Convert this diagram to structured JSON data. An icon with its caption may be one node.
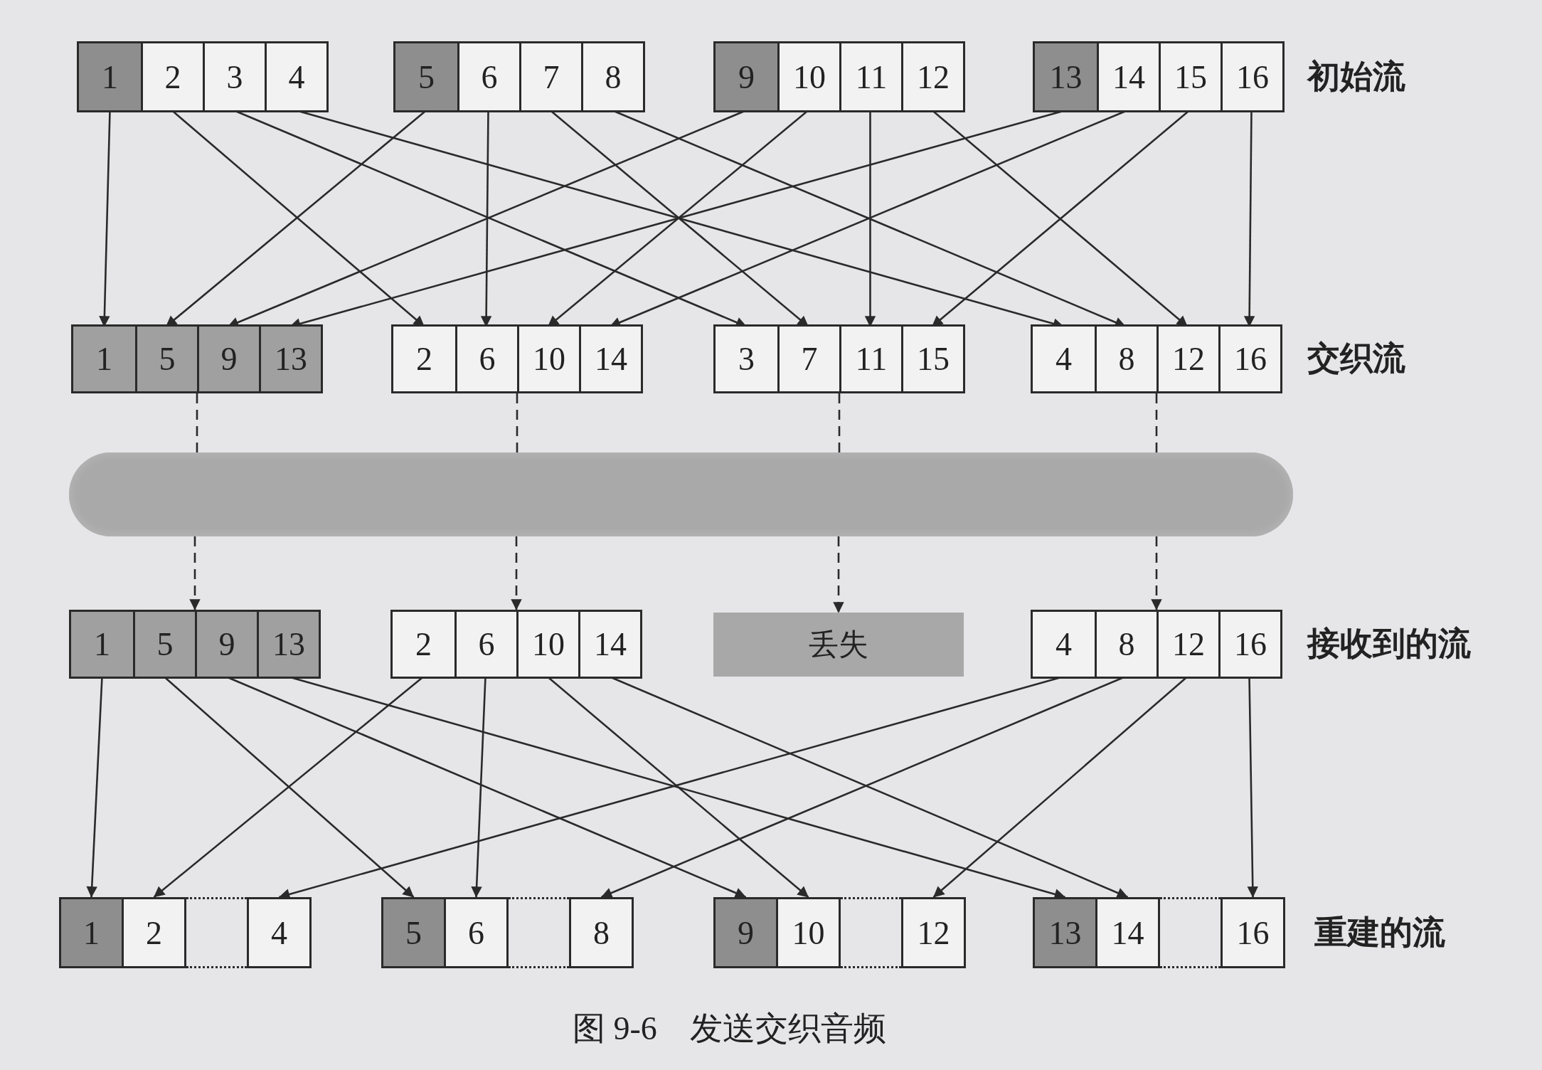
{
  "diagram": {
    "caption": "图 9-6　发送交织音频",
    "nodes": [
      {
        "text": [],
        "shape": "box"
      },
      {
        "text": [
          "1"
        ],
        "in": 0
      },
      {
        "text": [
          "2"
        ],
        "in": 0
      },
      {
        "text": [
          "3"
        ],
        "in": 0
      },
      {
        "text": [
          "4"
        ],
        "in": 0
      },
      {
        "text": [],
        "shape": "box"
      },
      {
        "text": [
          "5"
        ],
        "in": 5
      },
      {
        "text": [
          "6"
        ],
        "in": 5
      },
      {
        "text": [
          "7"
        ],
        "in": 5
      },
      {
        "text": [
          "8"
        ],
        "in": 5
      },
      {
        "text": [],
        "shape": "box"
      },
      {
        "text": [
          "9"
        ],
        "in": 10
      },
      {
        "text": [
          "10"
        ],
        "in": 10
      },
      {
        "text": [
          "11"
        ],
        "in": 10
      },
      {
        "text": [
          "12"
        ],
        "in": 10
      },
      {
        "text": [],
        "shape": "box"
      },
      {
        "text": [
          "13"
        ],
        "in": 15
      },
      {
        "text": [
          "14"
        ],
        "in": 15
      },
      {
        "text": [
          "15"
        ],
        "in": 15
      },
      {
        "text": [
          "16"
        ],
        "in": 15
      },
      {
        "text": [],
        "shape": "box"
      },
      {
        "text": [
          "1"
        ],
        "in": 20
      },
      {
        "text": [
          "5"
        ],
        "in": 20
      },
      {
        "text": [
          "9"
        ],
        "in": 20
      },
      {
        "text": [
          "13"
        ],
        "in": 20
      },
      {
        "text": [],
        "shape": "box"
      },
      {
        "text": [
          "2"
        ],
        "in": 25
      },
      {
        "text": [
          "6"
        ],
        "in": 25
      },
      {
        "text": [
          "10"
        ],
        "in": 25
      },
      {
        "text": [
          "14"
        ],
        "in": 25
      },
      {
        "text": [],
        "shape": "box"
      },
      {
        "text": [
          "3"
        ],
        "in": 30
      },
      {
        "text": [
          "7"
        ],
        "in": 30
      },
      {
        "text": [
          "11"
        ],
        "in": 30
      },
      {
        "text": [
          "15"
        ],
        "in": 30
      },
      {
        "text": [],
        "shape": "box"
      },
      {
        "text": [
          "4"
        ],
        "in": 35
      },
      {
        "text": [
          "8"
        ],
        "in": 35
      },
      {
        "text": [
          "12"
        ],
        "in": 35
      },
      {
        "text": [
          "16"
        ],
        "in": 35
      },
      {
        "text": [],
        "shape": "box"
      },
      {
        "text": [
          "1"
        ],
        "in": 40
      },
      {
        "text": [
          "5"
        ],
        "in": 40
      },
      {
        "text": [
          "9"
        ],
        "in": 40
      },
      {
        "text": [
          "13"
        ],
        "in": 40
      },
      {
        "text": [],
        "shape": "box"
      },
      {
        "text": [
          "2"
        ],
        "in": 45
      },
      {
        "text": [
          "6"
        ],
        "in": 45
      },
      {
        "text": [
          "10"
        ],
        "in": 45
      },
      {
        "text": [
          "14"
        ],
        "in": 45
      },
      {
        "text": [
          "丢失"
        ]
      },
      {
        "text": [],
        "shape": "box"
      },
      {
        "text": [
          "4"
        ],
        "in": 51
      },
      {
        "text": [
          "8"
        ],
        "in": 51
      },
      {
        "text": [
          "12"
        ],
        "in": 51
      },
      {
        "text": [
          "16"
        ],
        "in": 51
      },
      {
        "text": [
          "1"
        ]
      },
      {
        "text": [
          "2"
        ]
      },
      {
        "text": [],
        "shape": "box"
      },
      {
        "text": [
          "4"
        ]
      },
      {
        "text": [
          "5"
        ]
      },
      {
        "text": [
          "6"
        ]
      },
      {
        "text": [],
        "shape": "box"
      },
      {
        "text": [
          "8"
        ]
      },
      {
        "text": [
          "9"
        ]
      },
      {
        "text": [
          "10"
        ]
      },
      {
        "text": [],
        "shape": "box"
      },
      {
        "text": [
          "12"
        ]
      },
      {
        "text": [
          "13"
        ]
      },
      {
        "text": [
          "14"
        ]
      },
      {
        "text": [],
        "shape": "box"
      },
      {
        "text": [
          "16"
        ]
      },
      {
        "text": [],
        "shape": "bar"
      }
    ],
    "edges": [
      {
        "from": 1,
        "to": 21,
        "arrow": "to"
      },
      {
        "from": 2,
        "to": 26,
        "arrow": "to"
      },
      {
        "from": 3,
        "to": 31,
        "arrow": "to"
      },
      {
        "from": 4,
        "to": 36,
        "arrow": "to"
      },
      {
        "from": 6,
        "to": 22,
        "arrow": "to"
      },
      {
        "from": 7,
        "to": 27,
        "arrow": "to"
      },
      {
        "from": 8,
        "to": 32,
        "arrow": "to"
      },
      {
        "from": 9,
        "to": 37,
        "arrow": "to"
      },
      {
        "from": 11,
        "to": 23,
        "arrow": "to"
      },
      {
        "from": 12,
        "to": 28,
        "arrow": "to"
      },
      {
        "from": 13,
        "to": 33,
        "arrow": "to"
      },
      {
        "from": 14,
        "to": 38,
        "arrow": "to"
      },
      {
        "from": 16,
        "to": 24,
        "arrow": "to"
      },
      {
        "from": 17,
        "to": 29,
        "arrow": "to"
      },
      {
        "from": 18,
        "to": 34,
        "arrow": "to"
      },
      {
        "from": 19,
        "to": 39,
        "arrow": "to"
      },
      {
        "from": 20,
        "to": 72,
        "arrow": "none",
        "style": "dashed"
      },
      {
        "from": 25,
        "to": 72,
        "arrow": "none",
        "style": "dashed"
      },
      {
        "from": 30,
        "to": 72,
        "arrow": "none",
        "style": "dashed"
      },
      {
        "from": 35,
        "to": 72,
        "arrow": "none",
        "style": "dashed"
      },
      {
        "from": 72,
        "to": 40,
        "arrow": "to",
        "style": "dashed"
      },
      {
        "from": 72,
        "to": 45,
        "arrow": "to",
        "style": "dashed"
      },
      {
        "from": 72,
        "to": 50,
        "arrow": "to",
        "style": "dashed"
      },
      {
        "from": 72,
        "to": 51,
        "arrow": "to",
        "style": "dashed"
      },
      {
        "from": 41,
        "to": 56,
        "arrow": "to"
      },
      {
        "from": 42,
        "to": 60,
        "arrow": "to"
      },
      {
        "from": 43,
        "to": 64,
        "arrow": "to"
      },
      {
        "from": 44,
        "to": 68,
        "arrow": "to"
      },
      {
        "from": 46,
        "to": 57,
        "arrow": "to"
      },
      {
        "from": 47,
        "to": 61,
        "arrow": "to"
      },
      {
        "from": 48,
        "to": 65,
        "arrow": "to"
      },
      {
        "from": 49,
        "to": 69,
        "arrow": "to"
      },
      {
        "from": 52,
        "to": 59,
        "arrow": "to"
      },
      {
        "from": 53,
        "to": 63,
        "arrow": "to"
      },
      {
        "from": 54,
        "to": 67,
        "arrow": "to"
      },
      {
        "from": 55,
        "to": 71,
        "arrow": "to"
      }
    ],
    "labels": [
      "初始流",
      "交织流",
      "接收到的流",
      "重建的流"
    ]
  }
}
